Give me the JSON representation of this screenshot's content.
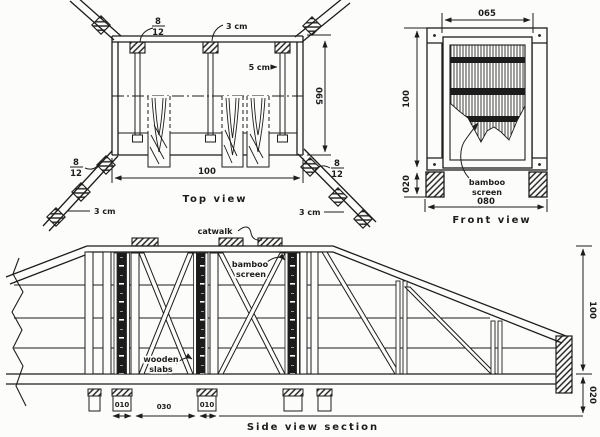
{
  "drawing": {
    "colors": {
      "ink": "#1d1d1d",
      "paper": "#fcfcfa"
    },
    "top_view": {
      "title": "Top view",
      "dim_width": "100",
      "dim_depth": "065",
      "frac_num": "8",
      "frac_den": "12",
      "label_3cm": "3 cm",
      "label_5cm": "5 cm"
    },
    "front_view": {
      "title": "Front view",
      "dim_top_width": "065",
      "dim_height": "100",
      "dim_foot": "020",
      "dim_base_width": "080",
      "label_bamboo_line1": "bamboo",
      "label_bamboo_line2": "screen"
    },
    "side_view": {
      "title": "Side view section",
      "label_catwalk": "catwalk",
      "label_bamboo_line1": "bamboo",
      "label_bamboo_line2": "screen",
      "label_slabs_line1": "wooden",
      "label_slabs_line2": "slabs",
      "dim_height": "100",
      "dim_base": "020",
      "dim_footing": "010",
      "dim_footing_gap": "030"
    }
  }
}
